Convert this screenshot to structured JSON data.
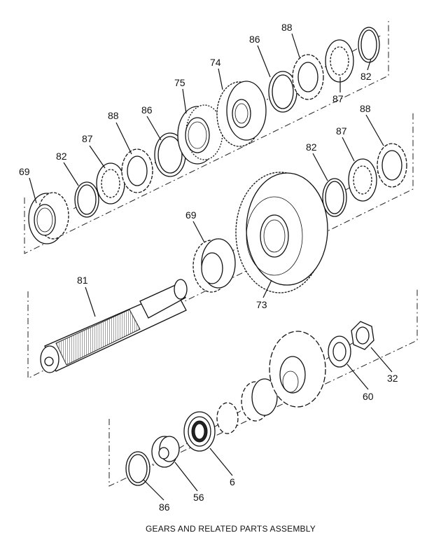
{
  "caption": "GEARS AND RELATED PARTS ASSEMBLY",
  "callouts": {
    "c69a": "69",
    "c82a": "82",
    "c87a": "87",
    "c88a": "88",
    "c86a": "86",
    "c75": "75",
    "c74": "74",
    "c86b": "86",
    "c88b": "88",
    "c87b": "87",
    "c82b": "82",
    "c88c": "88",
    "c87c": "87",
    "c82c": "82",
    "c69b": "69",
    "c73": "73",
    "c81": "81",
    "c32": "32",
    "c60": "60",
    "c6": "6",
    "c56": "56",
    "c86c": "86"
  }
}
